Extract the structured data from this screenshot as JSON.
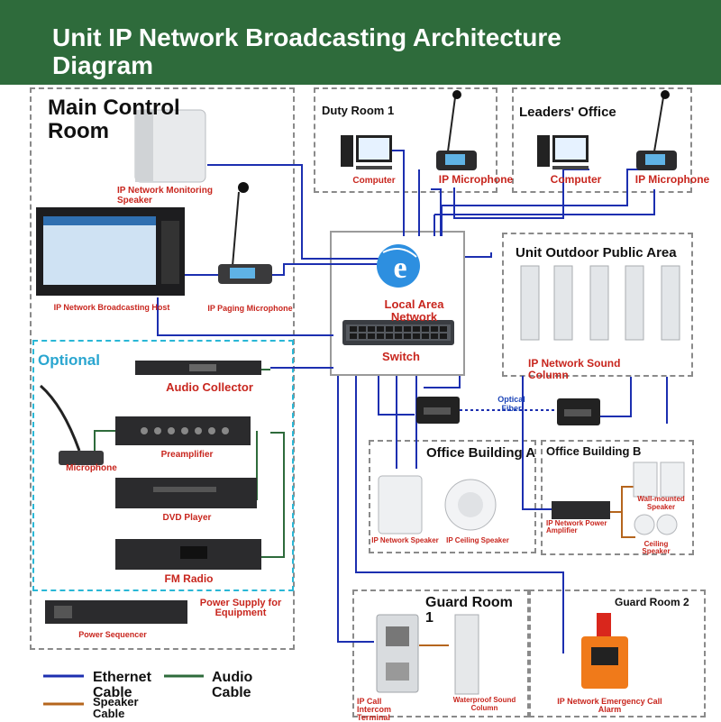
{
  "title": "Unit IP Network Broadcasting Architecture Diagram",
  "areas": {
    "main_control_room": "Main Control Room",
    "duty_room": "Duty Room 1",
    "leaders_office": "Leaders' Office",
    "outdoor_area": "Unit Outdoor Public Area",
    "office_a": "Office Building A",
    "office_b": "Office Building B",
    "guard_room_1": "Guard Room 1",
    "guard_room_2": "Guard Room 2",
    "optional": "Optional"
  },
  "devices": {
    "monitoring_speaker": "IP Network Monitoring Speaker",
    "broadcasting_host": "IP Network Broadcasting Host",
    "paging_mic": "IP Paging Microphone",
    "computer_1": "Computer",
    "ip_mic_1": "IP Microphone",
    "computer_2": "Computer",
    "ip_mic_2": "IP Microphone",
    "lan": "Local Area Network",
    "switch": "Switch",
    "sound_column": "IP Network Sound Column",
    "optical_fiber": "Optical Fiber",
    "audio_collector": "Audio Collector",
    "microphone": "Microphone",
    "preamplifier": "Preamplifier",
    "dvd_player": "DVD Player",
    "fm_radio": "FM Radio",
    "power_supply": "Power Supply for Equipment",
    "power_sequencer": "Power Sequencer",
    "ip_speaker": "IP Network Speaker",
    "ceiling_speaker_ip": "IP Ceiling Speaker",
    "power_amp": "IP Network Power Amplifier",
    "wall_speaker": "Wall-mounted Speaker",
    "ceiling_speaker": "Ceiling Speaker",
    "intercom": "IP Call Intercom Terminal",
    "waterproof_column": "Waterproof Sound Column",
    "emergency_alarm": "IP Network Emergency Call Alarm"
  },
  "legend": {
    "ethernet": "Ethernet Cable",
    "audio": "Audio Cable",
    "speaker": "Speaker Cable"
  },
  "colors": {
    "banner": "#2e6b3b",
    "ethernet": "#1c2fb0",
    "audio": "#2e6b3b",
    "speaker": "#b5651d",
    "label_red": "#c8261e",
    "optional_border": "#2ab7d6"
  }
}
